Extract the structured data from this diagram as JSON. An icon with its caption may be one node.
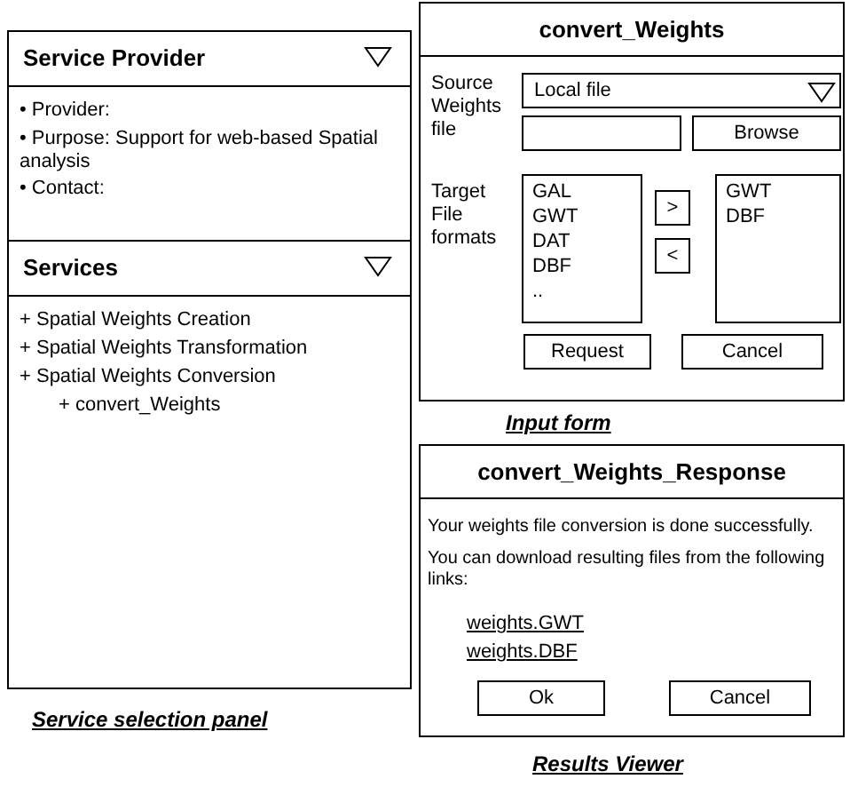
{
  "diagram": {
    "nodes": [
      {
        "text": [
          "Service Provider",
          "• Provider:",
          "• Purpose: Support for web-based Spatial analysis",
          "• Contact:"
        ]
      },
      {
        "text": [
          "Services",
          "+ Spatial Weights Creation",
          "+ Spatial Weights Transformation",
          "+ Spatial Weights Conversion",
          "+ convert_Weights"
        ]
      },
      {
        "text": [
          "convert_Weights"
        ]
      },
      {
        "text": [
          "Local file"
        ],
        "in": 2
      },
      {
        "text": [],
        "shape": "box",
        "in": 2
      },
      {
        "text": [
          "Browse"
        ],
        "in": 2
      },
      {
        "text": [
          "GAL",
          "GWT",
          "DAT",
          "DBF",
          ".."
        ],
        "in": 2
      },
      {
        "text": [
          ">"
        ],
        "in": 2
      },
      {
        "text": [
          "<"
        ],
        "in": 2
      },
      {
        "text": [
          "GWT",
          "DBF"
        ],
        "in": 2
      },
      {
        "text": [
          "Request"
        ],
        "in": 2
      },
      {
        "text": [
          "Cancel"
        ],
        "in": 2
      },
      {
        "text": [
          "convert_Weights_Response"
        ]
      },
      {
        "text": [
          "Ok"
        ],
        "in": 12
      },
      {
        "text": [
          "Cancel"
        ],
        "in": 12
      }
    ],
    "labels": [
      "Source Weights file",
      "Target File formats",
      "Input form",
      "Your weights file conversion is done successfully.",
      "You can download resulting files from the following links:",
      "weights.GWT",
      "weights.DBF",
      "Service selection panel",
      "Results Viewer"
    ]
  }
}
